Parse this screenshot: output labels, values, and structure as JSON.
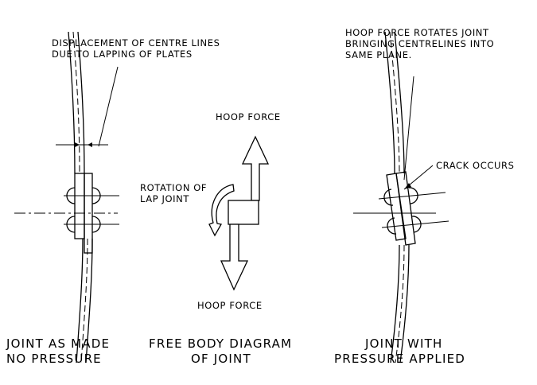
{
  "panel_left": {
    "note_line1": "DISPLACEMENT OF CENTRE LINES",
    "note_line2": "DUE TO LAPPING OF PLATES",
    "caption_line1": "JOINT AS MADE",
    "caption_line2": "NO PRESSURE"
  },
  "panel_middle": {
    "hoop_force_top": "HOOP FORCE",
    "hoop_force_bottom": "HOOP FORCE",
    "rotation_line1": "ROTATION OF",
    "rotation_line2": "LAP JOINT",
    "caption_line1": "FREE BODY DIAGRAM",
    "caption_line2": "OF JOINT"
  },
  "panel_right": {
    "note_line1": "HOOP FORCE ROTATES JOINT",
    "note_line2": "BRINGING CENTRELINES INTO",
    "note_line3": "SAME PLANE.",
    "crack_label": "CRACK OCCURS",
    "caption_line1": "JOINT WITH",
    "caption_line2": "PRESSURE APPLIED"
  }
}
